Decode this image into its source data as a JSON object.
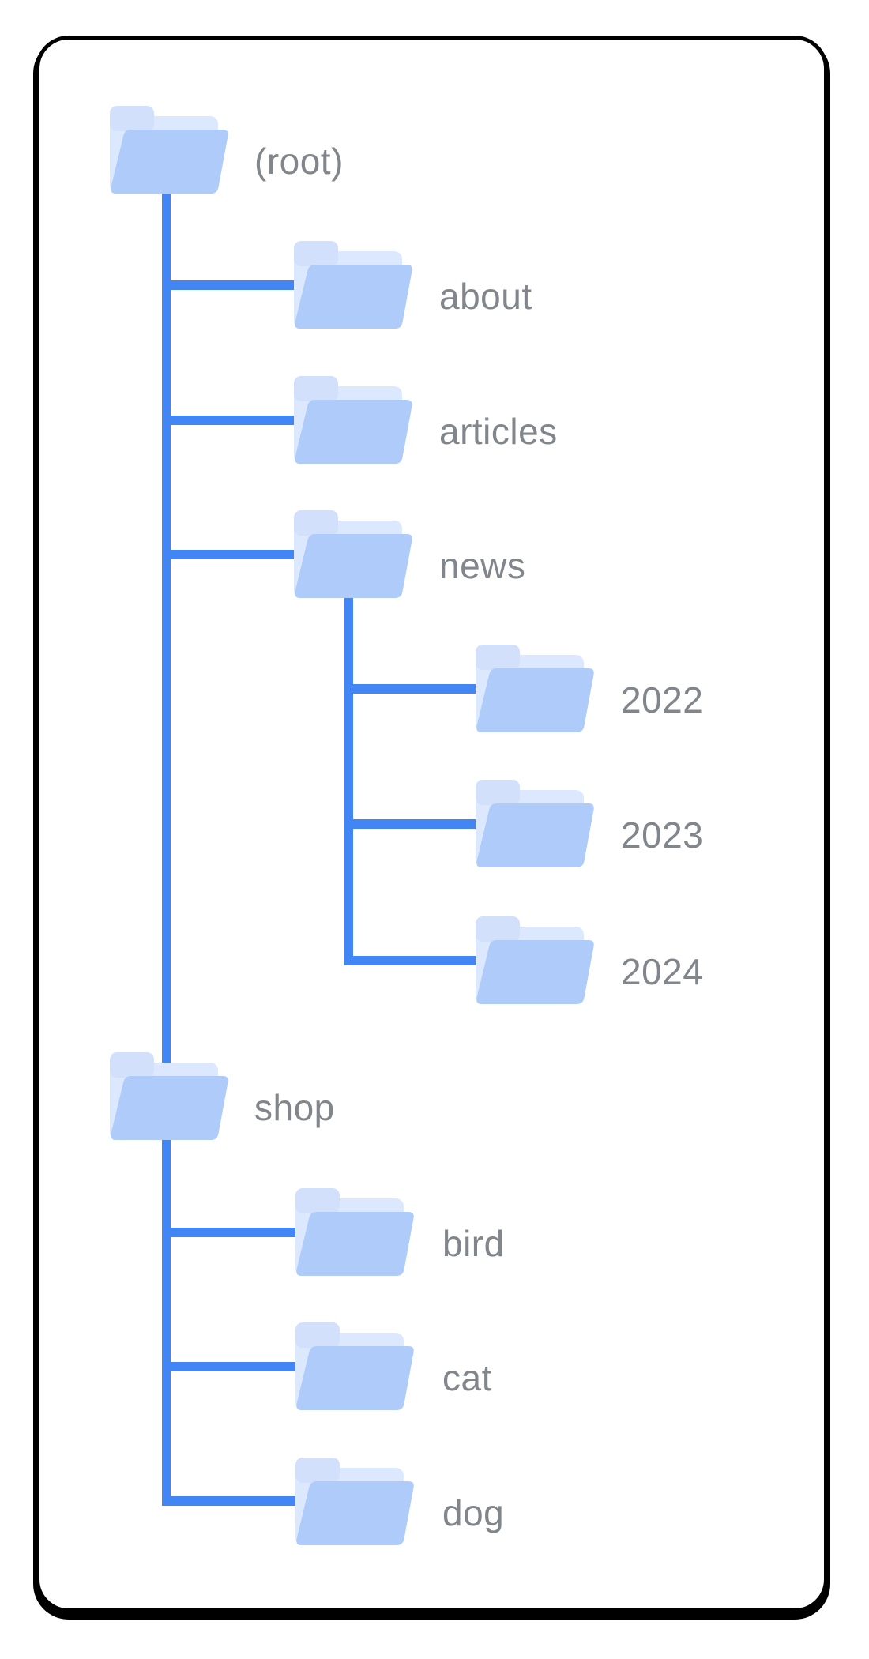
{
  "diagram": {
    "type": "folder-tree",
    "colors": {
      "connector": "#4285f4",
      "folder_front": "#aecbfa",
      "folder_back_sheet": "#dce8fd",
      "folder_tab": "#d2e0fb",
      "label_text": "#80868b",
      "card_border": "#000000",
      "background": "#ffffff"
    },
    "tree": {
      "nodes": [
        {
          "label": "(root)",
          "level": 0,
          "parent": null
        },
        {
          "label": "about",
          "level": 1,
          "parent": "(root)"
        },
        {
          "label": "articles",
          "level": 1,
          "parent": "(root)"
        },
        {
          "label": "news",
          "level": 1,
          "parent": "(root)"
        },
        {
          "label": "2022",
          "level": 2,
          "parent": "news"
        },
        {
          "label": "2023",
          "level": 2,
          "parent": "news"
        },
        {
          "label": "2024",
          "level": 2,
          "parent": "news"
        },
        {
          "label": "shop",
          "level": 0,
          "parent": "(root)"
        },
        {
          "label": "bird",
          "level": 1,
          "parent": "shop"
        },
        {
          "label": "cat",
          "level": 1,
          "parent": "shop"
        },
        {
          "label": "dog",
          "level": 1,
          "parent": "shop"
        }
      ]
    }
  }
}
